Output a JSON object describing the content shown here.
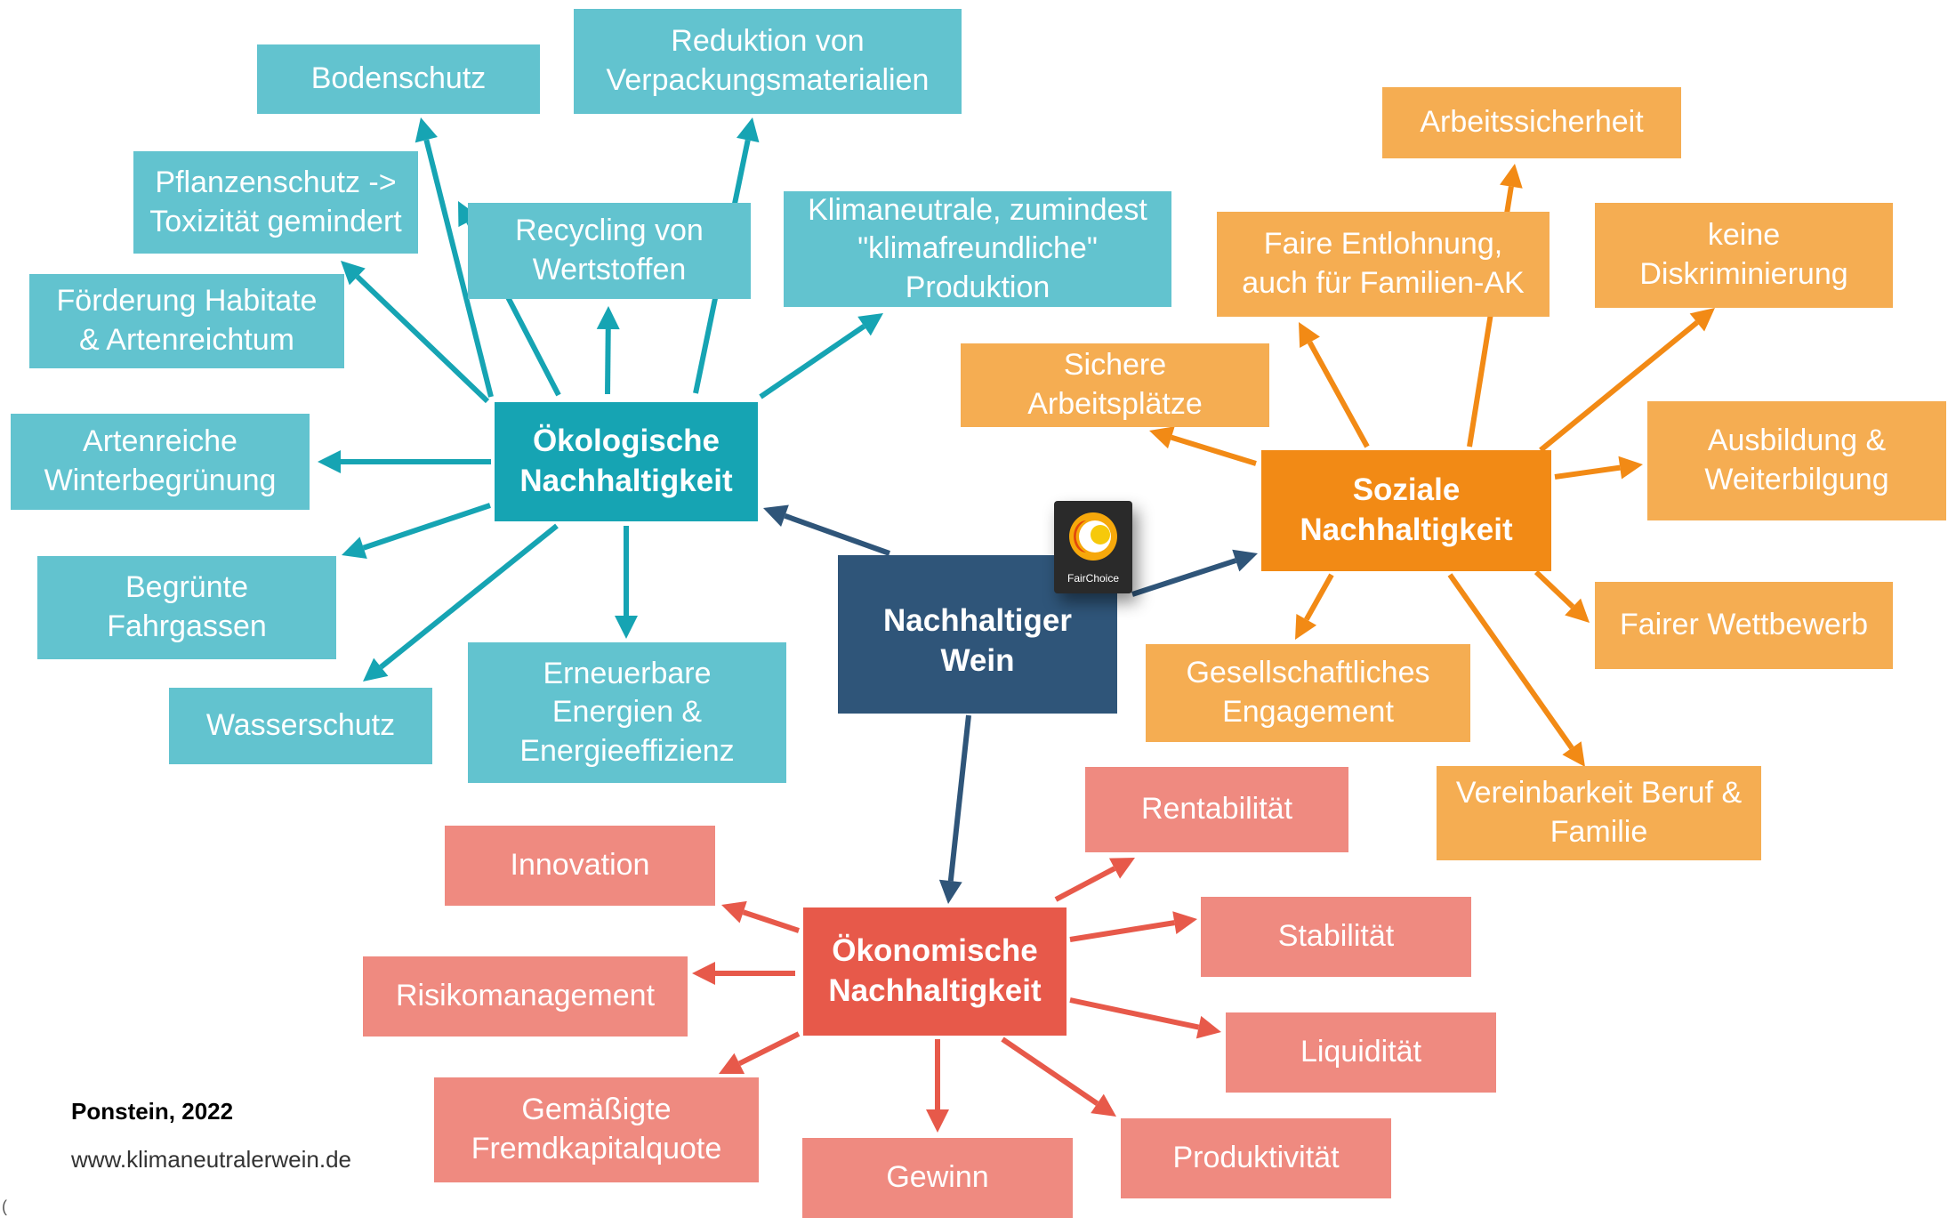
{
  "colors": {
    "teal_box": "#62c3cf",
    "teal_hub": "#16a4b3",
    "orange_box": "#f5ad52",
    "orange_hub": "#f28a15",
    "coral_box": "#ef8a80",
    "coral_hub": "#e7594a",
    "center": "#2f5579"
  },
  "center": {
    "label": "Nachhaltiger\nWein"
  },
  "badge": {
    "text": "FairChoice"
  },
  "ecological": {
    "hub": "Ökologische\nNachhaltigkeit",
    "items": [
      "Bodenschutz",
      "Reduktion von\nVerpackungsmaterialien",
      "Pflanzenschutz ->\nToxizität gemindert",
      "Recycling von\nWertstoffen",
      "Klimaneutrale, zumindest\n\"klimafreundliche\"\nProduktion",
      "Förderung Habitate\n& Artenreichtum",
      "Artenreiche\nWinterbegrünung",
      "Begrünte\nFahrgassen",
      "Wasserschutz",
      "Erneuerbare\nEnergien &\nEnergieeffizienz"
    ]
  },
  "social": {
    "hub": "Soziale\nNachhaltigkeit",
    "items": [
      "Arbeitssicherheit",
      "Faire Entlohnung,\nauch für Familien-AK",
      "keine\nDiskriminierung",
      "Sichere\nArbeitsplätze",
      "Ausbildung &\nWeiterbilgung",
      "Fairer Wettbewerb",
      "Gesellschaftliches\nEngagement",
      "Vereinbarkeit Beruf &\nFamilie"
    ]
  },
  "economic": {
    "hub": "Ökonomische\nNachhaltigkeit",
    "items": [
      "Rentabilität",
      "Innovation",
      "Stabilität",
      "Risikomanagement",
      "Liquidität",
      "Gemäßigte\nFremdkapitalquote",
      "Gewinn",
      "Produktivität"
    ]
  },
  "source": {
    "author": "Ponstein, 2022",
    "url": "www.klimaneutralerwein.de"
  },
  "stray_mark": "("
}
